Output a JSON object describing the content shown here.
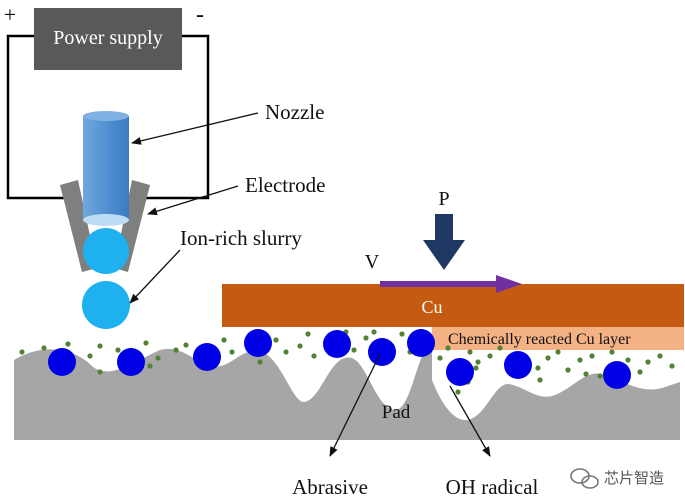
{
  "power": {
    "plus": "+",
    "minus": "-",
    "label": "Power supply"
  },
  "labels": {
    "nozzle": "Nozzle",
    "electrode": "Electrode",
    "slurry": "Ion-rich slurry",
    "pressure": "P",
    "velocity": "V",
    "cu": "Cu",
    "reacted_layer": "Chemically reacted Cu layer",
    "pad": "Pad",
    "abrasive": "Abrasive",
    "oh_radical": "OH radical"
  },
  "watermark": {
    "text": "芯片智造"
  },
  "colors": {
    "power_box": "#595959",
    "nozzle": "#5b9bd5",
    "electrode": "#7f7f7f",
    "slurry_drop": "#1fb0f0",
    "cu_plate": "#c55a11",
    "reacted_layer": "#f4b183",
    "pad": "#a6a6a6",
    "abrasive": "#0000e6",
    "oh_radical": "#548235",
    "pressure_arrow": "#1f3864",
    "velocity_arrow": "#7030a0"
  }
}
